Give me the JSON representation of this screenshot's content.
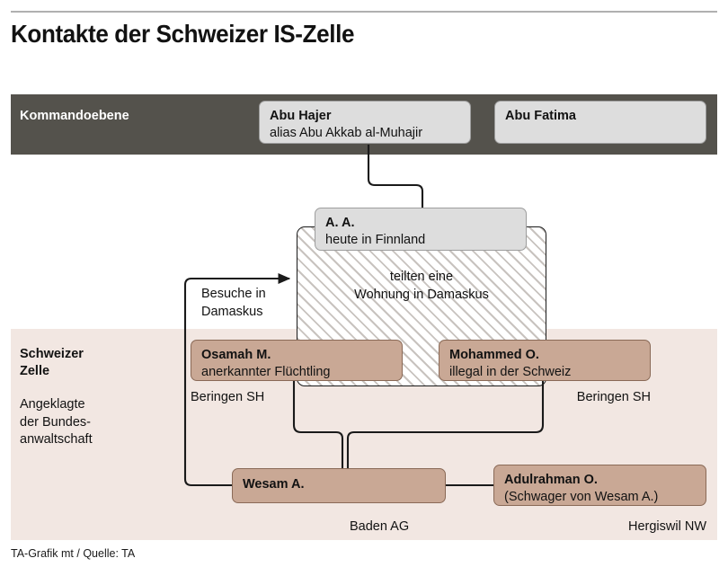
{
  "title": "Kontakte der Schweizer IS-Zelle",
  "bands": {
    "command": {
      "label": "Kommandoebene",
      "color": "#54524c"
    },
    "cell": {
      "label": "Schweizer\nZelle",
      "label_line1": "Schweizer",
      "label_line2": "Zelle",
      "sub_line1": "Angeklagte",
      "sub_line2": "der Bundes-",
      "sub_line3": "anwaltschaft",
      "color": "#f2e7e2"
    }
  },
  "nodes": [
    {
      "id": "abu-hajer",
      "name": "Abu Hajer",
      "sub": "alias Abu Akkab al-Muhajir",
      "style": "grey",
      "place": ""
    },
    {
      "id": "abu-fatima",
      "name": "Abu Fatima",
      "sub": "",
      "style": "grey",
      "place": ""
    },
    {
      "id": "aa",
      "name": "A. A.",
      "sub": "heute in Finnland",
      "style": "grey",
      "place": ""
    },
    {
      "id": "osamah-m",
      "name": "Osamah M.",
      "sub": "anerkannter Flüchtling",
      "style": "brown",
      "place": "Beringen SH"
    },
    {
      "id": "mohammed-o",
      "name": "Mohammed O.",
      "sub": "illegal in der Schweiz",
      "style": "brown",
      "place": "Beringen SH"
    },
    {
      "id": "wesam-a",
      "name": "Wesam A.",
      "sub": "",
      "style": "brown",
      "place": "Baden AG"
    },
    {
      "id": "adulrahman-o",
      "name": "Adulrahman O.",
      "sub": "(Schwager von Wesam A.)",
      "style": "brown",
      "place": "Hergiswil NW"
    }
  ],
  "annotations": {
    "shared_flat_line1": "teilten eine",
    "shared_flat_line2": "Wohnung in Damaskus",
    "visits_line1": "Besuche in",
    "visits_line2": "Damaskus"
  },
  "colors": {
    "command_band": "#54524c",
    "cell_band": "#f2e7e2",
    "node_grey": "#dddddd",
    "node_brown": "#c9a895",
    "line": "#1a1a1a",
    "rule": "#b0b0b0"
  },
  "footer": "TA-Grafik mt / Quelle: TA"
}
